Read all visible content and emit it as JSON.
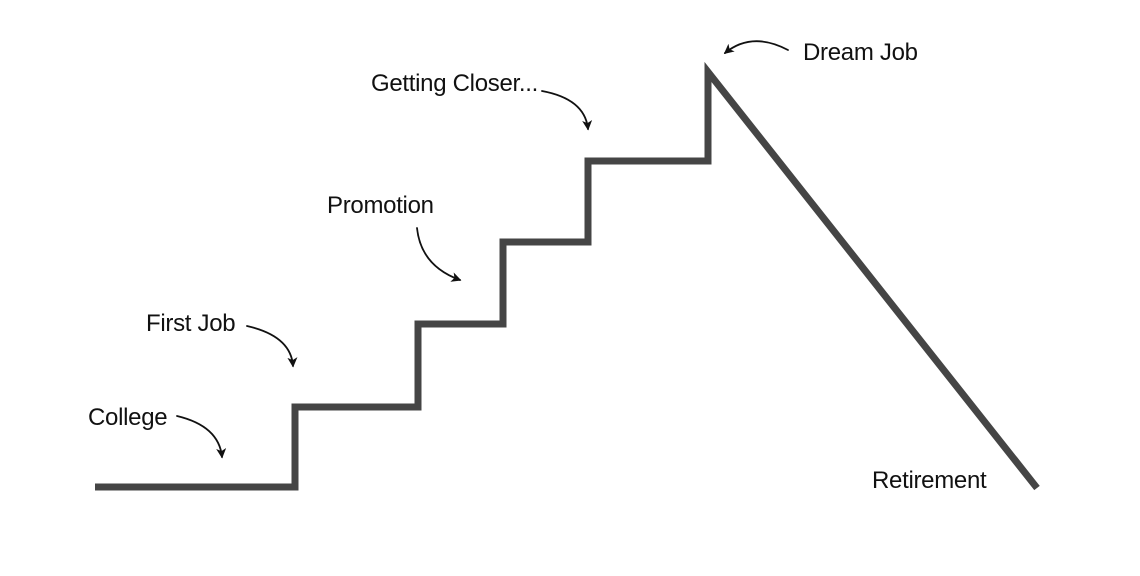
{
  "diagram": {
    "background_color": "#ffffff",
    "line_color": "#454545",
    "arrow_color": "#111111",
    "text_color": "#111111",
    "milestones": [
      {
        "label": "College",
        "has_pointer_arrow": true
      },
      {
        "label": "First Job",
        "has_pointer_arrow": true
      },
      {
        "label": "Promotion",
        "has_pointer_arrow": true
      },
      {
        "label": "Getting Closer...",
        "has_pointer_arrow": true
      },
      {
        "label": "Dream Job",
        "has_pointer_arrow": true
      },
      {
        "label": "Retirement",
        "has_pointer_arrow": false
      }
    ]
  }
}
